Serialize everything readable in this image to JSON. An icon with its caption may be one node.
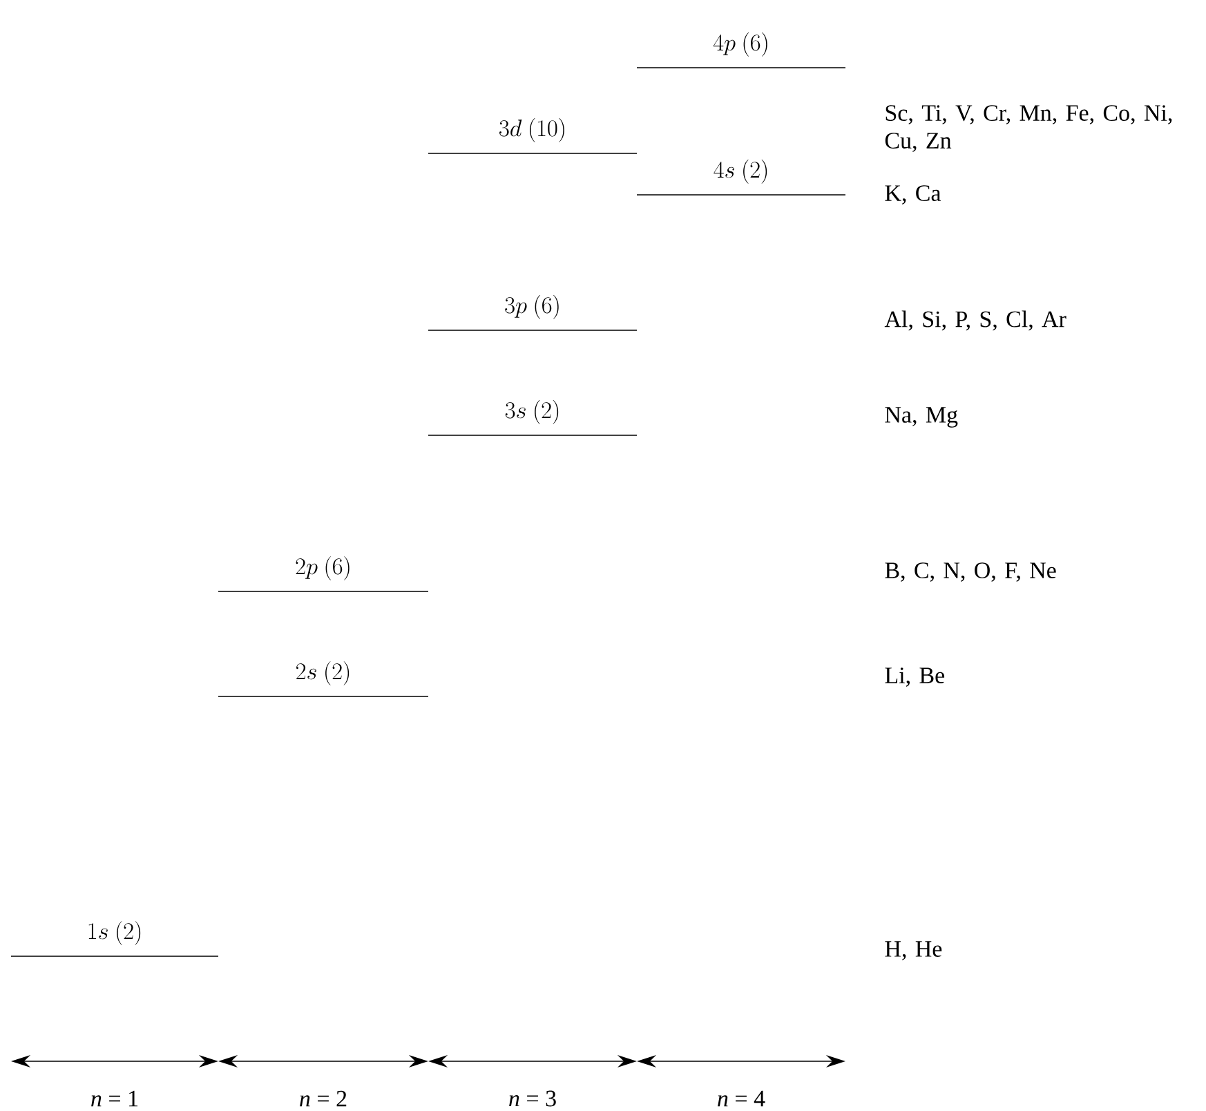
{
  "diagram": {
    "nodes": [
      {
        "text": [
          "4p\\ (6)"
        ]
      },
      {
        "text": [
          "3d\\ (10)"
        ]
      },
      {
        "text": [
          "4s\\ (2)"
        ]
      },
      {
        "text": [
          "3p\\ (6)"
        ]
      },
      {
        "text": [
          "3s\\ (2)"
        ]
      },
      {
        "text": [
          "2p\\ (6)"
        ]
      },
      {
        "text": [
          "2s\\ (2)"
        ]
      },
      {
        "text": [
          "1s\\ (2)"
        ]
      }
    ],
    "labels": [
      "Sc, Ti, V, Cr, Mn, Fe, Co, Ni, Cu, Zn",
      "K, Ca",
      "Al, Si, P, S, Cl, Ar",
      "Na, Mg",
      "B, C, N, O, F, Ne",
      "Li, Be",
      "H, He",
      "*n* = 1",
      "*n* = 2",
      "*n* = 3",
      "*n* = 4"
    ]
  }
}
